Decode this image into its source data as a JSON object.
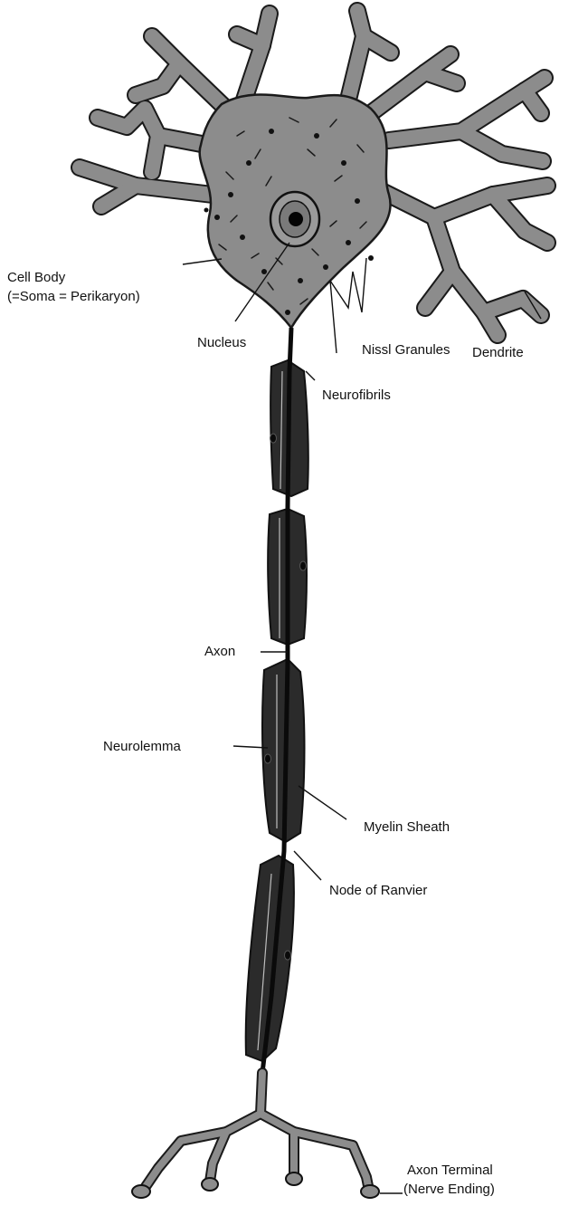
{
  "labels": {
    "cell_body_line1": "Cell Body",
    "cell_body_line2": "(=Soma = Perikaryon)",
    "nucleus": "Nucleus",
    "nissl_granules": "Nissl Granules",
    "dendrite": "Dendrite",
    "neurofibrils": "Neurofibrils",
    "axon": "Axon",
    "neurolemma": "Neurolemma",
    "myelin_sheath": "Myelin Sheath",
    "node_of_ranvier": "Node of Ranvier",
    "axon_terminal_line1": "Axon Terminal",
    "axon_terminal_line2": "(Nerve Ending)"
  },
  "colors": {
    "cytoplasm": "#8c8c8c",
    "outline": "#1a1a1a",
    "myelin": "#2b2b2b",
    "axon_core": "#0a0a0a",
    "nissl": "#111111"
  }
}
